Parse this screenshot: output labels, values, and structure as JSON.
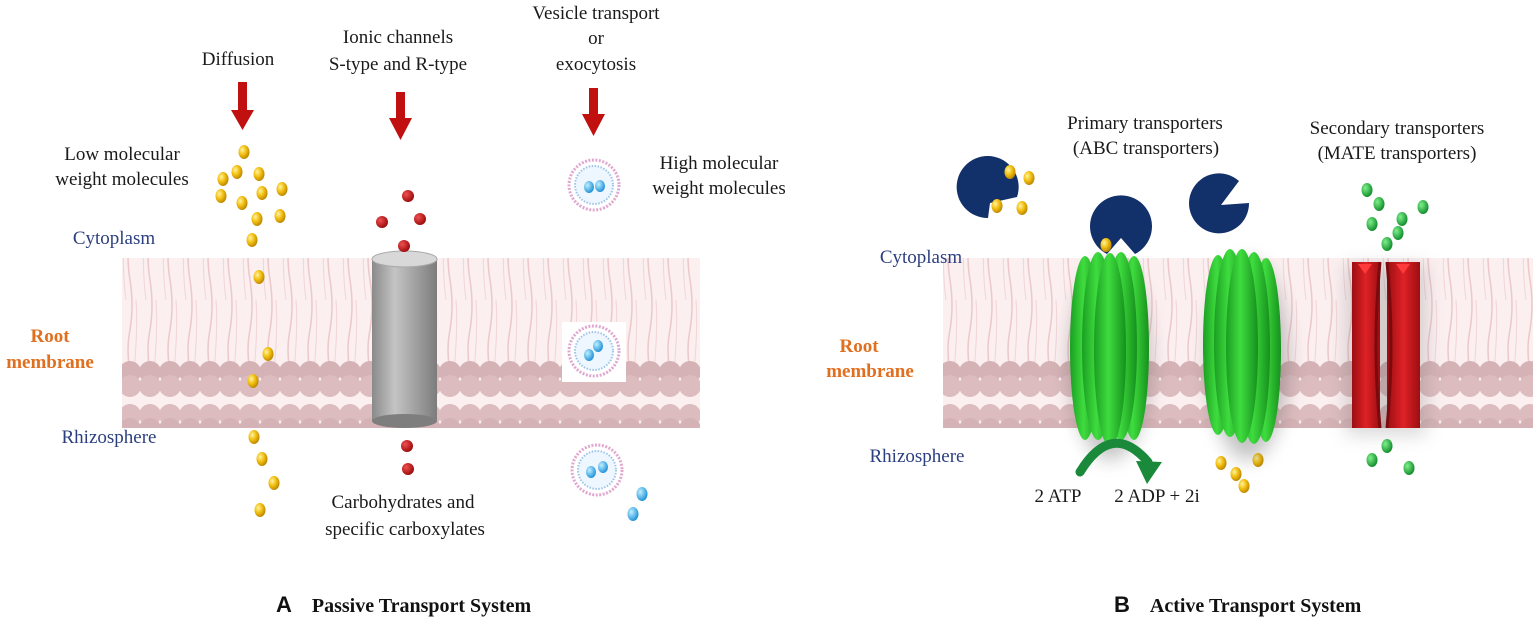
{
  "colors": {
    "arrow": "#c0100f",
    "gold": "#e6b000",
    "red_dot": "#c0100f",
    "green_dot": "#1fa040",
    "blue_dot": "#2aa0e0",
    "navy": "#12306a",
    "channel_green": "#22c02a",
    "mate_red": "#c8151a",
    "membrane_head": "#dfc2c4",
    "label_blue": "#2b3f7f",
    "label_orange": "#e07020"
  },
  "panel_a": {
    "diffusion": "Diffusion",
    "ionic_1": "Ionic channels",
    "ionic_2": "S-type and R-type",
    "vesicle_1": "Vesicle transport",
    "vesicle_2": "or",
    "vesicle_3": "exocytosis",
    "low_mw_1": "Low molecular",
    "low_mw_2": "weight molecules",
    "high_mw_1": "High molecular",
    "high_mw_2": "weight molecules",
    "cytoplasm": "Cytoplasm",
    "root_1": "Root",
    "root_2": "membrane",
    "rhizosphere": "Rhizosphere",
    "carb_1": "Carbohydrates and",
    "carb_2": "specific carboxylates",
    "caption_letter": "A",
    "caption": "Passive Transport  System"
  },
  "panel_b": {
    "primary_1": "Primary transporters",
    "primary_2": "(ABC  transporters)",
    "secondary_1": "Secondary transporters",
    "secondary_2": "(MATE  transporters)",
    "cytoplasm": "Cytoplasm",
    "root_1": "Root",
    "root_2": "membrane",
    "rhizosphere": "Rhizosphere",
    "atp": "2 ATP",
    "adp": "2 ADP + 2i",
    "caption_letter": "B",
    "caption": "Active Transport  System"
  }
}
